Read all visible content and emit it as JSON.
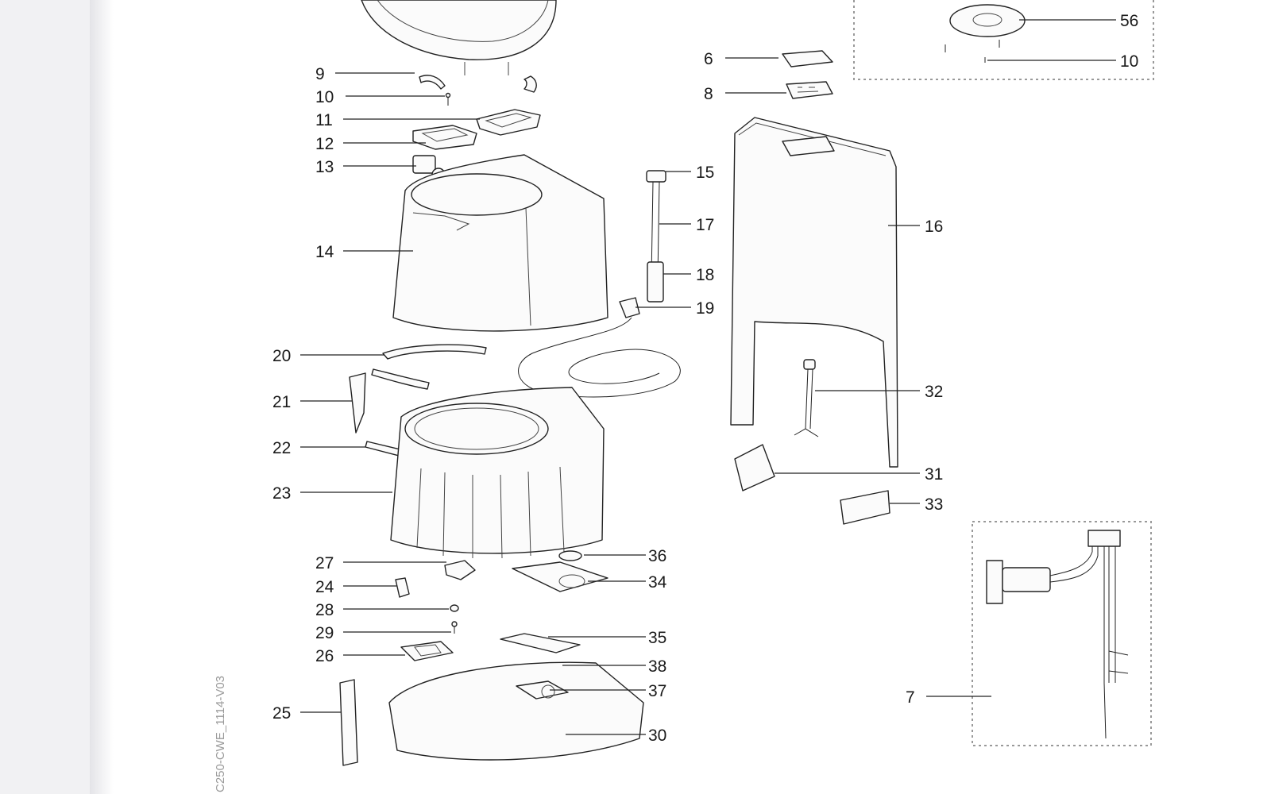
{
  "drawing_code": "C250-CWE_1114-V03",
  "callouts": {
    "p9": "9",
    "p10": "10",
    "p11": "11",
    "p12": "12",
    "p13": "13",
    "p14": "14",
    "p20": "20",
    "p21": "21",
    "p22": "22",
    "p23": "23",
    "p27": "27",
    "p24": "24",
    "p28": "28",
    "p29": "29",
    "p26": "26",
    "p25": "25",
    "p15": "15",
    "p17": "17",
    "p18": "18",
    "p19": "19",
    "p36": "36",
    "p34": "34",
    "p35": "35",
    "p38": "38",
    "p37": "37",
    "p30": "30",
    "p6": "6",
    "p8": "8",
    "p56": "56",
    "p10b": "10",
    "p16": "16",
    "p32": "32",
    "p31": "31",
    "p33": "33",
    "p7": "7"
  }
}
